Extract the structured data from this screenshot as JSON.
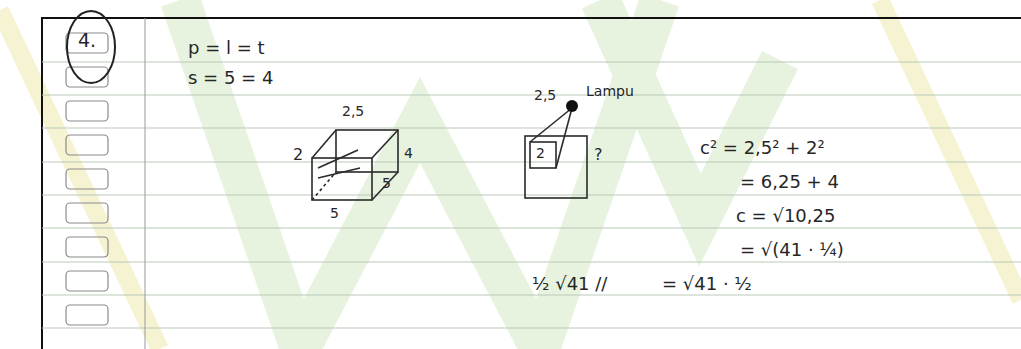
{
  "diagram": {
    "labels": [
      "4.",
      "p = l = t",
      "s = 5 = 4",
      "2,5",
      "2",
      "4",
      "5",
      "5",
      "2,5",
      "Lampu",
      "2",
      "?",
      "c² = 2,5² + 2²",
      "= 6,25 + 4",
      "c = √10,25",
      "= √(41 · ¼)",
      "½ √41 //",
      "= √41 · ½"
    ]
  }
}
